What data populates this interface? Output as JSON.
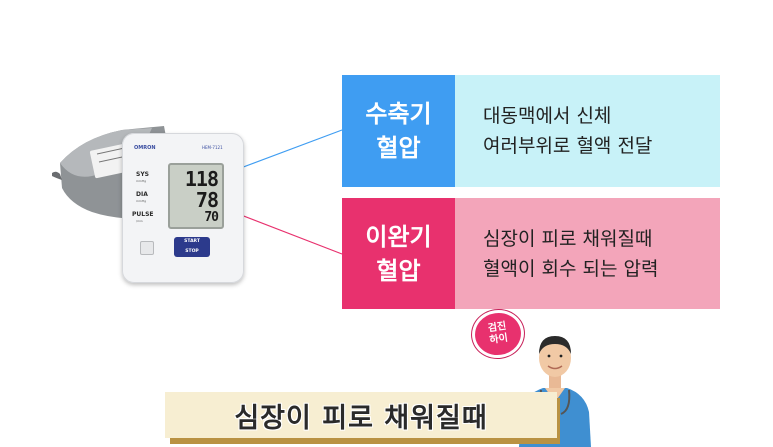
{
  "device": {
    "brand": "OMRON",
    "model": "HEM-7121",
    "sys_label": "SYS",
    "sys_unit": "mmHg",
    "dia_label": "DIA",
    "dia_unit": "mmHg",
    "pulse_label": "PULSE",
    "pulse_unit": "/min",
    "sys_value": "118",
    "dia_value": "78",
    "pulse_value": "70",
    "start_label": "START",
    "stop_label": "STOP"
  },
  "systolic": {
    "title_line1": "수축기",
    "title_line2": "혈압",
    "desc_line1": "대동맥에서 신체",
    "desc_line2": "여러부위로 혈액 전달",
    "label_color": "#3f9df2",
    "body_color": "#c8f2f8",
    "line_color": "#3f9df2"
  },
  "diastolic": {
    "title_line1": "이완기",
    "title_line2": "혈압",
    "desc_line1": "심장이 피로 채워질때",
    "desc_line2": "혈액이 회수 되는 압력",
    "label_color": "#e8316e",
    "body_color": "#f3a5ba",
    "line_color": "#e8316e"
  },
  "badge": {
    "line1": "검진",
    "line2": "하이"
  },
  "subtitle": "심장이 피로 채워질때"
}
